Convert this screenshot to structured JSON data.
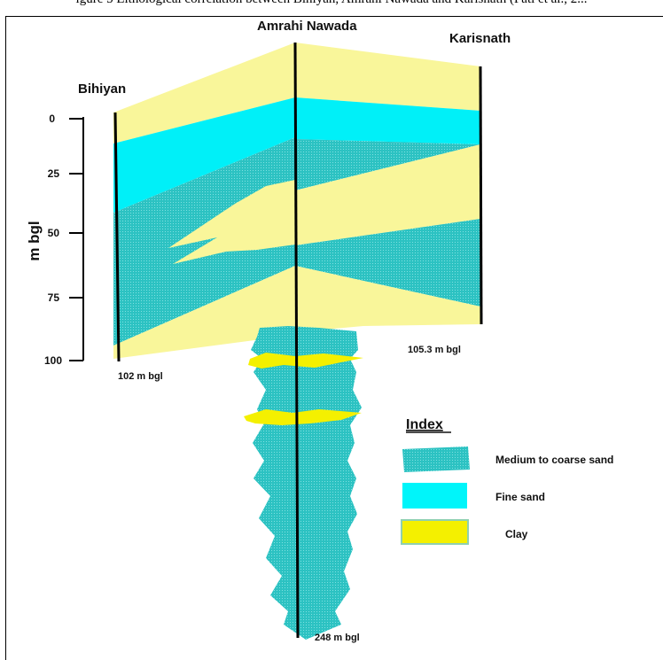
{
  "caption_fragment": "igure 5 Lithological correlation between Bihiyan, Amrahi Nawada and Karisnath (Pati et al., 2...",
  "boreholes": {
    "left": {
      "name": "Bihiyan",
      "depth": "102 m bgl"
    },
    "center": {
      "name": "Amrahi Nawada",
      "depth": "248 m bgl"
    },
    "right": {
      "name": "Karisnath",
      "depth": "105.3 m bgl"
    }
  },
  "axis": {
    "label": "m bgl",
    "ticks": [
      "0",
      "25",
      "50",
      "75",
      "100"
    ]
  },
  "legend": {
    "title": "Index",
    "items": [
      {
        "label": "Medium to coarse sand",
        "color": "#2ec5c5"
      },
      {
        "label": "Fine sand",
        "color": "#00f5fa"
      },
      {
        "label": "Clay",
        "color": "#f6f28a"
      }
    ]
  },
  "colors": {
    "clay": "#f9f69a",
    "clay_bright": "#f4f000",
    "fine_sand": "#00f0f8",
    "coarse_sand": "#2cc2c2"
  }
}
